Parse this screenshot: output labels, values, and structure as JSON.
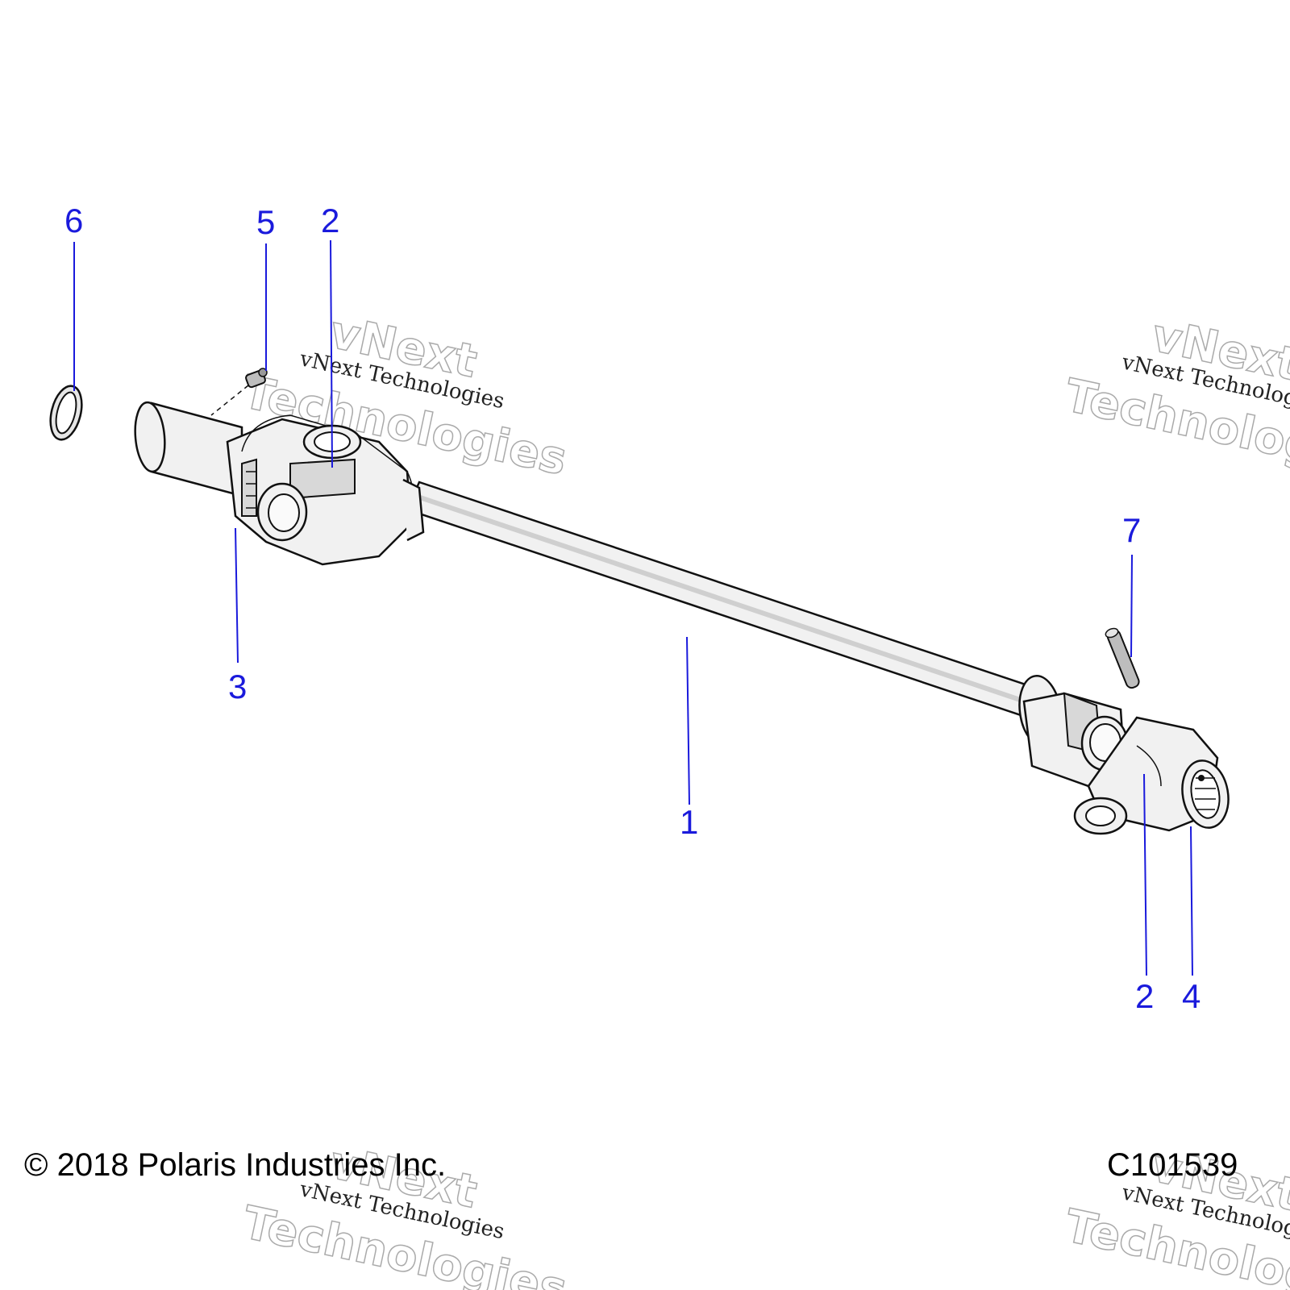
{
  "callouts": [
    {
      "id": "c1",
      "label": "1"
    },
    {
      "id": "c2a",
      "label": "2"
    },
    {
      "id": "c2b",
      "label": "2"
    },
    {
      "id": "c3",
      "label": "3"
    },
    {
      "id": "c4",
      "label": "4"
    },
    {
      "id": "c5",
      "label": "5"
    },
    {
      "id": "c6",
      "label": "6"
    },
    {
      "id": "c7",
      "label": "7"
    }
  ],
  "footer": {
    "copyright": "© 2018 Polaris Industries Inc.",
    "code": "C101539"
  },
  "watermark": {
    "line1": "vNext Technologies",
    "outline_top": "vNext",
    "outline_bottom": "Technologies"
  },
  "colors": {
    "callout": "#1a1adc",
    "line_art": "#111111"
  }
}
